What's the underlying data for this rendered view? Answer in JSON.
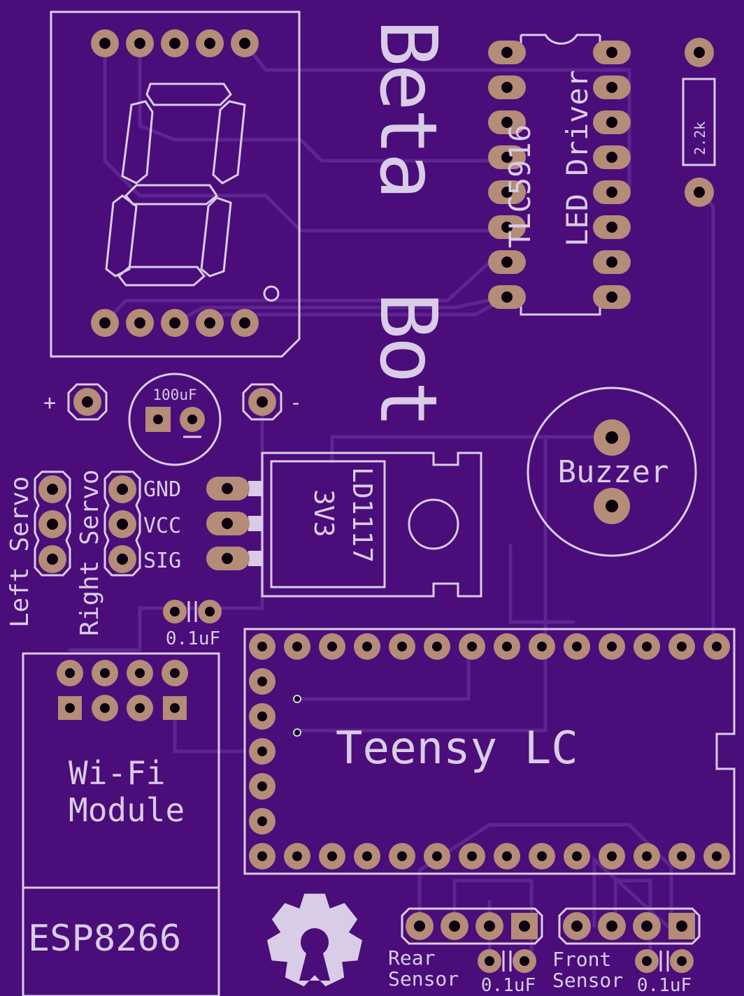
{
  "board": {
    "title_line1": "Beta",
    "title_line2": "Bot",
    "colors": {
      "board": "#4a0d7a",
      "silkscreen": "#d9cce6",
      "pad": "#b48c78",
      "trace": "#5e2591"
    }
  },
  "labels": {
    "led_driver_chip": "TLC5916",
    "led_driver_name": "LED Driver",
    "resistor": "2.2k",
    "capacitor_100": "100uF",
    "plus": "+",
    "minus": "-",
    "buzzer": "Buzzer",
    "regulator_part": "LD1117",
    "regulator_volt": "3V3",
    "left_servo": "Left Servo",
    "right_servo": "Right Servo",
    "pin_gnd": "GND",
    "pin_vcc": "VCC",
    "pin_sig": "SIG",
    "cap_reg": "0.1uF",
    "teensy": "Teensy LC",
    "wifi_line1": "Wi-Fi",
    "wifi_line2": "Module",
    "esp": "ESP8266",
    "rear_line1": "Rear",
    "rear_line2": "Sensor",
    "cap_rear": "0.1uF",
    "front_line1": "Front",
    "front_line2": "Sensor",
    "cap_front": "0.1uF"
  }
}
